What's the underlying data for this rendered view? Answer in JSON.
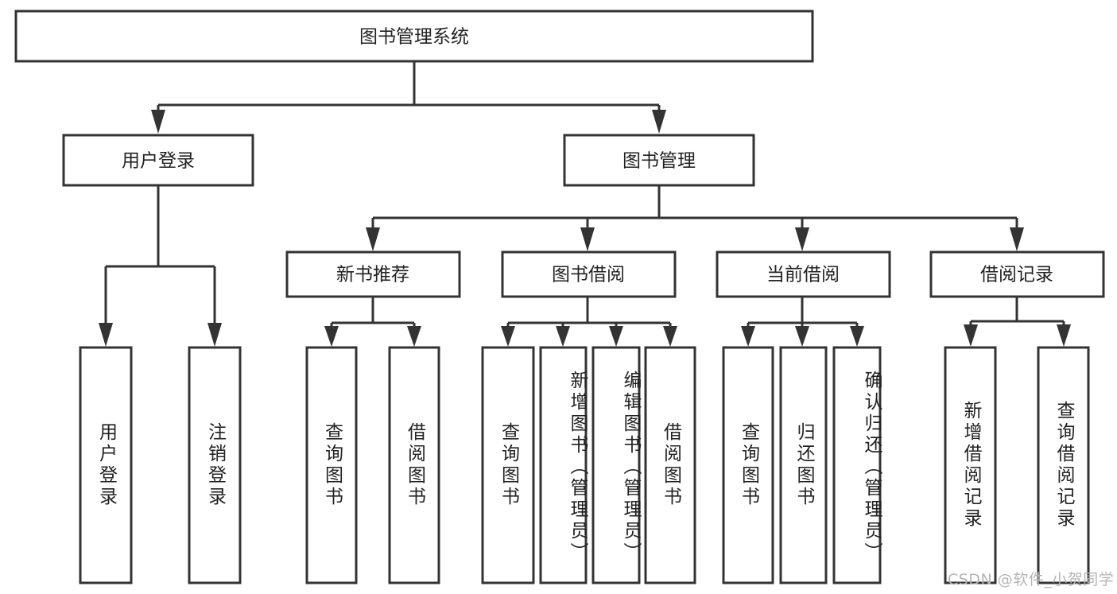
{
  "diagram": {
    "type": "tree-hierarchy",
    "title": "图书管理系统",
    "root": {
      "id": "root",
      "label": "图书管理系统",
      "orientation": "horizontal"
    },
    "level2": [
      {
        "id": "user-login",
        "label": "用户登录",
        "orientation": "horizontal"
      },
      {
        "id": "book-management",
        "label": "图书管理",
        "orientation": "horizontal"
      }
    ],
    "level3": [
      {
        "id": "new-book-recommend",
        "label": "新书推荐",
        "orientation": "horizontal",
        "parent": "book-management"
      },
      {
        "id": "book-borrow",
        "label": "图书借阅",
        "orientation": "horizontal",
        "parent": "book-management"
      },
      {
        "id": "current-borrow",
        "label": "当前借阅",
        "orientation": "horizontal",
        "parent": "book-management"
      },
      {
        "id": "borrow-record",
        "label": "借阅记录",
        "orientation": "horizontal",
        "parent": "book-management"
      }
    ],
    "leaves": [
      {
        "id": "leaf-user-login",
        "label": "用户登录",
        "parent": "user-login",
        "align": "middle"
      },
      {
        "id": "leaf-user-logout",
        "label": "注销登录",
        "parent": "user-login",
        "align": "middle"
      },
      {
        "id": "leaf-query-book-1",
        "label": "查询图书",
        "parent": "new-book-recommend",
        "align": "middle"
      },
      {
        "id": "leaf-borrow-book-1",
        "label": "借阅图书",
        "parent": "new-book-recommend",
        "align": "middle"
      },
      {
        "id": "leaf-query-book-2",
        "label": "查询图书",
        "parent": "book-borrow",
        "align": "middle"
      },
      {
        "id": "leaf-add-book",
        "label": "新增图书（管理员）",
        "parent": "book-borrow",
        "align": "top"
      },
      {
        "id": "leaf-edit-book",
        "label": "编辑图书（管理员）",
        "parent": "book-borrow",
        "align": "top"
      },
      {
        "id": "leaf-borrow-book-2",
        "label": "借阅图书",
        "parent": "book-borrow",
        "align": "middle"
      },
      {
        "id": "leaf-query-book-3",
        "label": "查询图书",
        "parent": "current-borrow",
        "align": "middle"
      },
      {
        "id": "leaf-return-book",
        "label": "归还图书",
        "parent": "current-borrow",
        "align": "middle"
      },
      {
        "id": "leaf-confirm-return",
        "label": "确认归还（管理员）",
        "parent": "current-borrow",
        "align": "top"
      },
      {
        "id": "leaf-add-record",
        "label": "新增借阅记录",
        "parent": "borrow-record",
        "align": "middle"
      },
      {
        "id": "leaf-query-record",
        "label": "查询借阅记录",
        "parent": "borrow-record",
        "align": "middle"
      }
    ],
    "colors": {
      "background": "#ffffff",
      "box_fill": "#ffffff",
      "box_stroke": "#333333",
      "text": "#222222",
      "watermark": "#b5b5b5"
    }
  },
  "watermark": {
    "text": "CSDN @软件_小贺同学"
  }
}
